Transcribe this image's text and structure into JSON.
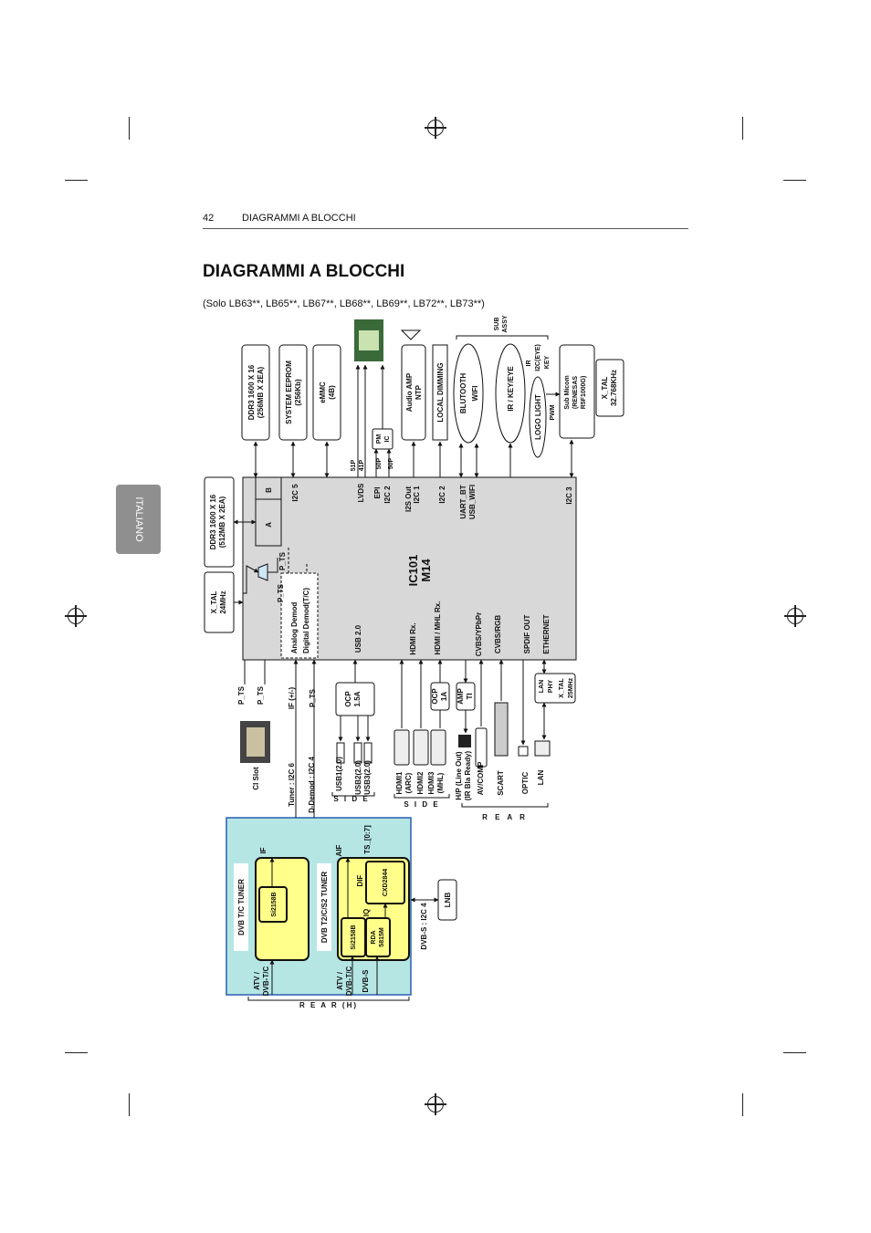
{
  "header": {
    "page_number": "42",
    "section": "DIAGRAMMI A BLOCCHI"
  },
  "title": "DIAGRAMMI A BLOCCHI",
  "subtitle": "(Solo LB63**, LB65**, LB67**, LB68**, LB69**, LB72**, LB73**)",
  "side_tab": "ITALIANO",
  "colors": {
    "main_block": "#d8d8d8",
    "tuner_area": "#b5e6e4",
    "tuner_box": "#ffff8a",
    "chip": "#1a3a9e"
  },
  "diagram": {
    "ic": [
      "IC101",
      "M14"
    ],
    "left_memory": [
      "DDR3 1600 X 16",
      "(512MB X 2EA)"
    ],
    "left_xtal": [
      "X_TAL",
      "24MHz"
    ],
    "mem_ports": [
      "A",
      "B"
    ],
    "top_blocks": {
      "ddr": [
        "DDR3  1600 X 16",
        "(256MB X 2EA)"
      ],
      "eeprom": [
        "SYSTEM EEPROM",
        "(256Kb)"
      ],
      "emmc": [
        "eMMC",
        "(4B)"
      ],
      "pmic": [
        "PM",
        "IC"
      ],
      "audio": [
        "Audio AMP",
        "NTP"
      ],
      "dimming": "LOCAL DIMMING",
      "bt": [
        "BLUTOOTH",
        "WIFI"
      ],
      "ir": "IR / KEY/EYE",
      "logo": "LOGO LIGHT",
      "sub_assy": [
        "SUB",
        "ASSY"
      ],
      "ir_key": [
        "IR",
        "I2C(EYE)",
        "KEY"
      ],
      "pwm": "PWM",
      "micom": [
        "Sub Micom",
        "(RENESAS",
        "R5F1000G)"
      ],
      "xtal2": [
        "X_TAL",
        "32.768KHz"
      ]
    },
    "top_signals": [
      "51P",
      "41P",
      "50P",
      "50P"
    ],
    "ic_top_pins": {
      "i2c5": "I2C 5",
      "lvds": "LVDS",
      "epi": "EPI",
      "i2c2a": "I2C 2",
      "i2s": [
        "I2S Out",
        "I2C 1"
      ],
      "i2c2b": "I2C 2",
      "uart": [
        "UART_BT",
        "USB_WIFI"
      ],
      "i2c3": "I2C 3"
    },
    "ic_bottom_pins": [
      "USB 2.0",
      "HDMI Rx.",
      "HDMI / MHL Rx.",
      "CVBS/YPbPr",
      "CVBS/RGB",
      "SPDIF OUT",
      "ETHERNET"
    ],
    "ic_left": {
      "pts": "P_TS",
      "pts2": "P_TS",
      "demod": [
        "Analog Demod",
        "Digital Demod(T/C)"
      ]
    },
    "below_ic": {
      "pts1": "P_TS",
      "pts2": "P_TS",
      "if": "IF (+/-)",
      "pts3": "P_TS",
      "ocp1": [
        "OCP",
        "1.5A"
      ],
      "ocp2": [
        "OCP",
        "1A"
      ],
      "amp": [
        "AMP",
        "TI"
      ],
      "lan": [
        "LAN",
        "PHY"
      ],
      "xtal3": [
        "X_TAL",
        "25MHz"
      ]
    },
    "connectors": {
      "ci": "CI Slot",
      "tuner_i2c": "Tuner : I2C 6",
      "ddemod": "D-Demod : I2C 4",
      "usb1": "USB1(2.0)",
      "usb23": [
        "USB2(2.0)",
        "USB3(2.0)"
      ],
      "side1": "S I D E",
      "hdmi": [
        "HDMI1",
        "(ARC)",
        "HDMI2",
        "HDMI3",
        "(MHL)"
      ],
      "side2": "S I D E",
      "hp": [
        "H/P (Line Out)",
        "(IR Bla Ready)"
      ],
      "av": "AV/COMP",
      "scart": "SCART",
      "optic": "OPTIC",
      "lan": "LAN",
      "rear": "R E A R"
    },
    "tuner": {
      "t1": "DVB T/C TUNER",
      "t1_chip": "Si2158B",
      "t1_if": "IF",
      "t1_in": [
        "ATV /",
        "DVB-T/C"
      ],
      "t2": "DVB T2/C/S2 TUNER",
      "t2_chip1": "Si2158B",
      "t2_chip2": [
        "RDA",
        "5815M"
      ],
      "t2_chip3": "CXD2844",
      "t2_aif": "AIF",
      "t2_ts": "TS_[0:7]",
      "t2_dif": "DIF",
      "t2_iq": "IQ",
      "t2_in1": [
        "ATV /",
        "DVB-T/C"
      ],
      "t2_in2": "DVB-S",
      "lnb": "LNB",
      "dvbs_i2c": "DVB-S : I2C 4",
      "rear_h": "R E A R (H)"
    }
  }
}
